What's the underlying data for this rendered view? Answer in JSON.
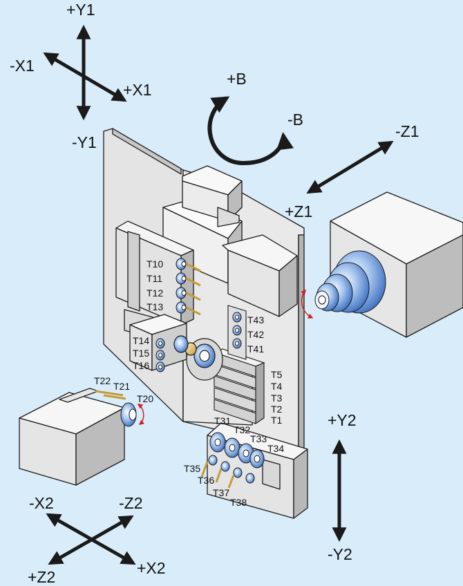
{
  "axes": {
    "y1_pos": "+Y1",
    "y1_neg": "-Y1",
    "x1_pos": "+X1",
    "x1_neg": "-X1",
    "b_pos": "+B",
    "b_neg": "-B",
    "z1_pos": "+Z1",
    "z1_neg": "-Z1",
    "y2_pos": "+Y2",
    "y2_neg": "-Y2",
    "x2_pos": "+X2",
    "x2_neg": "-X2",
    "z2_pos": "+Z2",
    "z2_neg": "-Z2"
  },
  "tools": {
    "t1": "T1",
    "t2": "T2",
    "t3": "T3",
    "t4": "T4",
    "t5": "T5",
    "t10": "T10",
    "t11": "T11",
    "t12": "T12",
    "t13": "T13",
    "t14": "T14",
    "t15": "T15",
    "t16": "T16",
    "t20": "T20",
    "t21": "T21",
    "t22": "T22",
    "t31": "T31",
    "t32": "T32",
    "t33": "T33",
    "t34": "T34",
    "t35": "T35",
    "t36": "T36",
    "t37": "T37",
    "t38": "T38",
    "t41": "T41",
    "t42": "T42",
    "t43": "T43"
  },
  "colors": {
    "background": "#d9ecf9",
    "body_front": "#ececec",
    "body_side": "#b9b9b9",
    "body_top": "#f7f7f7",
    "spindle": "#5b8fd8",
    "outline": "#1a1a1a",
    "rotation_arrow": "#d02020"
  }
}
